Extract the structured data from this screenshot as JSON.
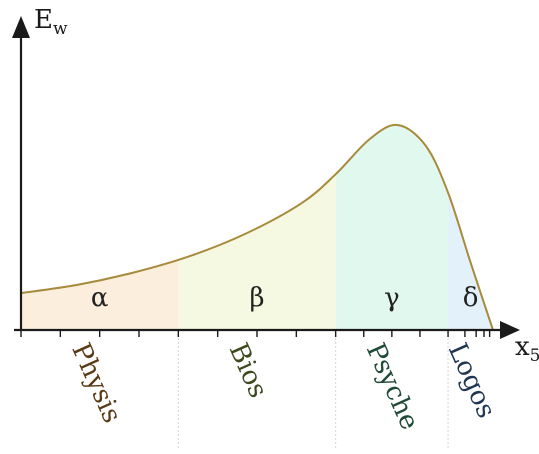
{
  "chart_data": {
    "type": "area",
    "ylabel": {
      "main": "E",
      "sub": "w"
    },
    "xlabel": {
      "main": "x",
      "sub": "5"
    },
    "grid": false,
    "regions": [
      {
        "symbol": "α",
        "name": "Physis",
        "x": [
          0,
          1.4
        ],
        "fill": "#fbeedd",
        "text_color": "#5a3a14"
      },
      {
        "symbol": "β",
        "name": "Bios",
        "x": [
          1.4,
          2.8
        ],
        "fill": "#f6f9e2",
        "text_color": "#3d4a1e"
      },
      {
        "symbol": "γ",
        "name": "Psyche",
        "x": [
          2.8,
          3.8
        ],
        "fill": "#e1f8ee",
        "text_color": "#1f4a36"
      },
      {
        "symbol": "δ",
        "name": "Logos",
        "x": [
          3.8,
          4.2
        ],
        "fill": "#e3f1fb",
        "text_color": "#1f3550"
      }
    ],
    "curve": {
      "color": "#a88a3c",
      "points": [
        [
          0.0,
          0.18
        ],
        [
          0.5,
          0.22
        ],
        [
          1.0,
          0.28
        ],
        [
          1.5,
          0.36
        ],
        [
          2.0,
          0.47
        ],
        [
          2.5,
          0.62
        ],
        [
          2.8,
          0.76
        ],
        [
          3.1,
          0.93
        ],
        [
          3.35,
          1.0
        ],
        [
          3.6,
          0.9
        ],
        [
          3.8,
          0.67
        ],
        [
          4.0,
          0.33
        ],
        [
          4.2,
          0.0
        ]
      ]
    },
    "xlim": [
      0,
      4.2
    ],
    "ylim": [
      0,
      1.0
    ],
    "x_minor_ticks": [
      0.35,
      0.7,
      1.05,
      1.4,
      1.75,
      2.1,
      2.45,
      2.8,
      3.05,
      3.3,
      3.55,
      3.8,
      3.95,
      4.05,
      4.12,
      4.17
    ]
  }
}
